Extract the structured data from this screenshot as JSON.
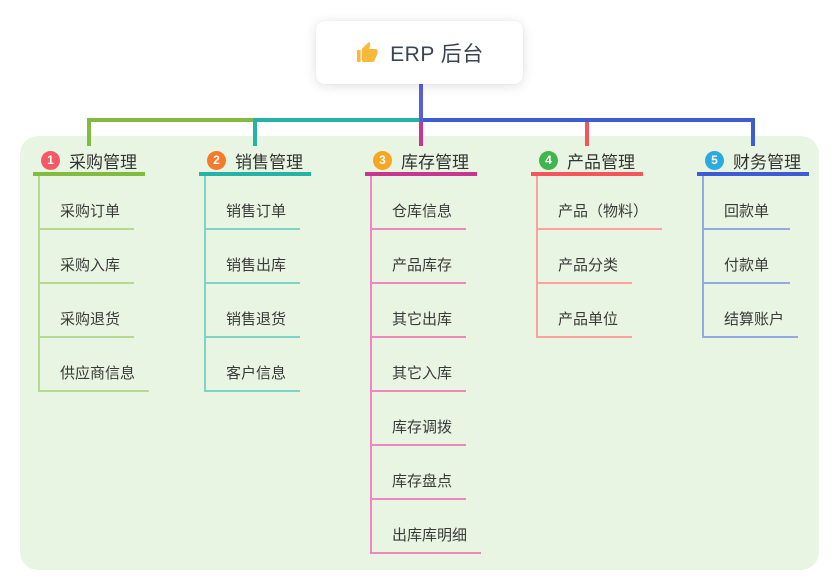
{
  "root": {
    "label": "ERP 后台",
    "icon": "thumbs-up-icon"
  },
  "colors": {
    "page_bg": "#ffffff",
    "panel_bg": "#e9f5e3",
    "root_line": "#5a5fd6",
    "root_text": "#3a4554",
    "item_text": "#3a3a3a",
    "thumb_icon": "#f6b93b"
  },
  "branches": [
    {
      "num": "1",
      "title": "采购管理",
      "badge_color": "#f25b66",
      "line_color": "#82bb42",
      "sub_color": "#b5d98e",
      "items": [
        "采购订单",
        "采购入库",
        "采购退货",
        "供应商信息"
      ]
    },
    {
      "num": "2",
      "title": "销售管理",
      "badge_color": "#f57a2b",
      "line_color": "#26b3a7",
      "sub_color": "#7ed3c6",
      "items": [
        "销售订单",
        "销售出库",
        "销售退货",
        "客户信息"
      ]
    },
    {
      "num": "3",
      "title": "库存管理",
      "badge_color": "#f7a623",
      "line_color": "#c9368f",
      "sub_color": "#ef86bd",
      "items": [
        "仓库信息",
        "产品库存",
        "其它出库",
        "其它入库",
        "库存调拨",
        "库存盘点",
        "出库库明细"
      ]
    },
    {
      "num": "4",
      "title": "产品管理",
      "badge_color": "#3eb54e",
      "line_color": "#f4555b",
      "sub_color": "#f9a29e",
      "items": [
        "产品（物料）",
        "产品分类",
        "产品单位"
      ]
    },
    {
      "num": "5",
      "title": "财务管理",
      "badge_color": "#2aaade",
      "line_color": "#3d5bd2",
      "sub_color": "#96a9de",
      "items": [
        "回款单",
        "付款单",
        "结算账户"
      ]
    }
  ]
}
